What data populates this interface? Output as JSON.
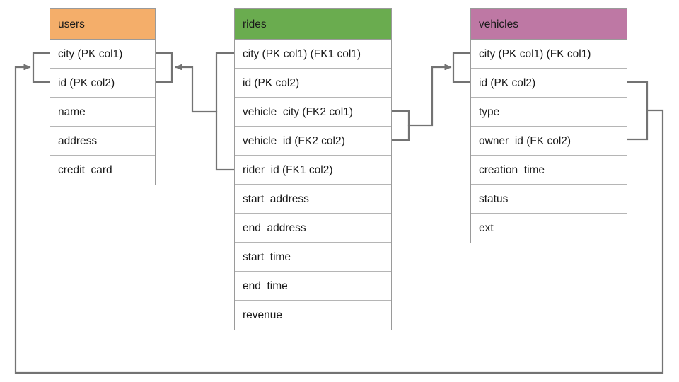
{
  "diagram": {
    "title": "ride-sharing schema entity relationship diagram",
    "background_color": "#ffffff",
    "line_color": "#737373",
    "border_color": "#9a9a9a"
  },
  "entities": [
    {
      "id": "users",
      "name": "users",
      "header_color": "#F4AE6A",
      "fields": [
        {
          "label": "city (PK col1)"
        },
        {
          "label": "id (PK col2)"
        },
        {
          "label": "name"
        },
        {
          "label": "address"
        },
        {
          "label": "credit_card"
        }
      ]
    },
    {
      "id": "rides",
      "name": "rides",
      "header_color": "#6AAC4F",
      "fields": [
        {
          "label": "city (PK col1) (FK1 col1)"
        },
        {
          "label": "id (PK col2)"
        },
        {
          "label": "vehicle_city (FK2 col1)"
        },
        {
          "label": "vehicle_id (FK2 col2)"
        },
        {
          "label": "rider_id (FK1 col2)"
        },
        {
          "label": "start_address"
        },
        {
          "label": "end_address"
        },
        {
          "label": "start_time"
        },
        {
          "label": "end_time"
        },
        {
          "label": "revenue"
        }
      ]
    },
    {
      "id": "vehicles",
      "name": "vehicles",
      "header_color": "#BE78A4",
      "fields": [
        {
          "label": "city (PK col1) (FK col1)"
        },
        {
          "label": "id (PK col2)"
        },
        {
          "label": "type"
        },
        {
          "label": "owner_id (FK col2)"
        },
        {
          "label": "creation_time"
        },
        {
          "label": "status"
        },
        {
          "label": "ext"
        }
      ]
    }
  ],
  "relationships": [
    {
      "id": "rides-rider-to-users",
      "from_entity": "rides",
      "from_fields": [
        "city (PK col1) (FK1 col1)",
        "rider_id (FK1 col2)"
      ],
      "to_entity": "users",
      "to_fields": [
        "city (PK col1)",
        "id (PK col2)"
      ],
      "arrow": "to-users"
    },
    {
      "id": "rides-vehicle-to-vehicles",
      "from_entity": "rides",
      "from_fields": [
        "vehicle_city (FK2 col1)",
        "vehicle_id (FK2 col2)"
      ],
      "to_entity": "vehicles",
      "to_fields": [
        "city (PK col1) (FK col1)",
        "id (PK col2)"
      ],
      "arrow": "to-vehicles"
    },
    {
      "id": "vehicles-owner-to-users",
      "from_entity": "vehicles",
      "from_fields": [
        "id (PK col2)",
        "owner_id (FK col2)"
      ],
      "to_entity": "users",
      "to_fields": [
        "city (PK col1)",
        "id (PK col2)"
      ],
      "arrow": "to-users"
    }
  ]
}
